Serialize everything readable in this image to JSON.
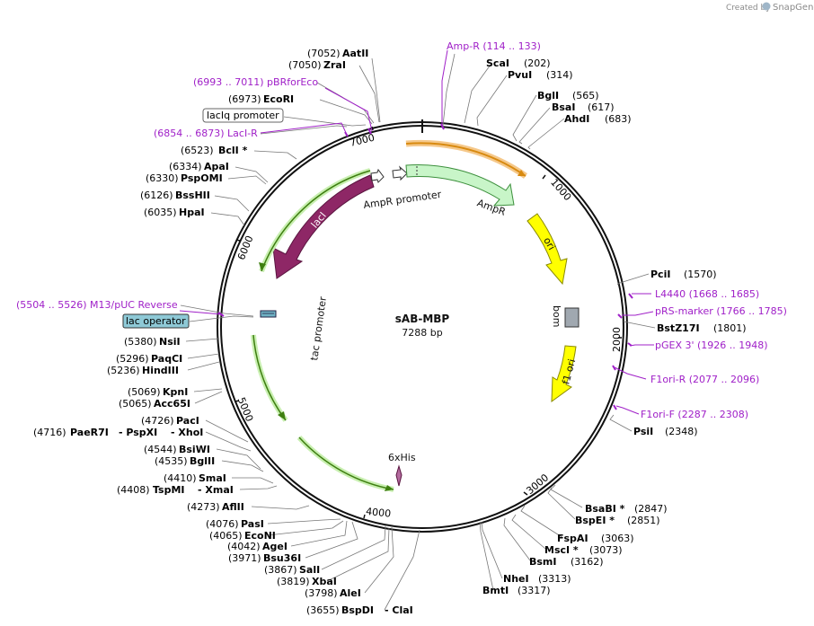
{
  "credit": {
    "prefix": "Created by",
    "brand": "SnapGene"
  },
  "plasmid": {
    "name": "sAB-MBP",
    "size_label": "7288 bp"
  },
  "ticks": [
    "1000",
    "2000",
    "3000",
    "4000",
    "5000",
    "6000",
    "7000"
  ],
  "features": {
    "lacI": "lacI",
    "ampr": "AmpR",
    "ampr_promoter": "AmpR promoter",
    "ori": "ori",
    "bom": "bom",
    "f1ori": "f1 ori",
    "tac_promoter": "tac promoter",
    "his": "6xHis",
    "laciq_promoter": "lacIq promoter",
    "lac_operator": "lac operator"
  },
  "labels": {
    "aatii": [
      "(7052)",
      "AatII"
    ],
    "zrai": [
      "(7050)",
      "ZraI"
    ],
    "pbrforeco": "(6993 .. 7011)  pBRforEco",
    "ecori": [
      "(6973)",
      "EcoRI"
    ],
    "lacir": "(6854 .. 6873)  LacI-R",
    "bcli": [
      "(6523)",
      "BclI *"
    ],
    "apai": [
      "(6334)",
      "ApaI"
    ],
    "pspomi": [
      "(6330)",
      "PspOMI"
    ],
    "bsshii": [
      "(6126)",
      "BssHII"
    ],
    "hpai": [
      "(6035)",
      "HpaI"
    ],
    "m13rev": "(5504 .. 5526)  M13/pUC Reverse",
    "nsii": [
      "(5380)",
      "NsiI"
    ],
    "paqci": [
      "(5296)",
      "PaqCI"
    ],
    "hindiii": [
      "(5236)",
      "HindIII"
    ],
    "kpni": [
      "(5069)",
      "KpnI"
    ],
    "acc65i": [
      "(5065)",
      "Acc65I"
    ],
    "paci": [
      "(4726)",
      "PacI"
    ],
    "paer7i": [
      "(4716)",
      "PaeR7I",
      "- PspXI",
      "- XhoI"
    ],
    "bsiwi": [
      "(4544)",
      "BsiWI"
    ],
    "bglii": [
      "(4535)",
      "BglII"
    ],
    "smai": [
      "(4410)",
      "SmaI"
    ],
    "tspmi": [
      "(4408)",
      "TspMI",
      "- XmaI"
    ],
    "aflii": [
      "(4273)",
      "AflII"
    ],
    "pasi": [
      "(4076)",
      "PasI"
    ],
    "econi": [
      "(4065)",
      "EcoNI"
    ],
    "agei": [
      "(4042)",
      "AgeI"
    ],
    "bsu36i": [
      "(3971)",
      "Bsu36I"
    ],
    "sali": [
      "(3867)",
      "SalI"
    ],
    "xbai": [
      "(3819)",
      "XbaI"
    ],
    "alei": [
      "(3798)",
      "AleI"
    ],
    "bspdi": [
      "(3655)",
      "BspDI",
      "- ClaI"
    ],
    "ampr_primer": "Amp-R    (114 .. 133)",
    "scai": [
      "ScaI",
      "(202)"
    ],
    "pvui": [
      "PvuI",
      "(314)"
    ],
    "bgli": [
      "BglI",
      "(565)"
    ],
    "bsai": [
      "BsaI",
      "(617)"
    ],
    "ahdi": [
      "AhdI",
      "(683)"
    ],
    "pcii": [
      "PciI",
      "(1570)"
    ],
    "l4440": "L4440    (1668 .. 1685)",
    "prs": "pRS-marker    (1766 .. 1785)",
    "bstz17i": [
      "BstZ17I",
      "(1801)"
    ],
    "pgex": "pGEX 3'    (1926 .. 1948)",
    "f1orir": "F1ori-R    (2077 .. 2096)",
    "f1orif": "F1ori-F    (2287 .. 2308)",
    "psii": [
      "PsiI",
      "(2348)"
    ],
    "bsabi": [
      "BsaBI *",
      "(2847)"
    ],
    "bspei": [
      "BspEI *",
      "(2851)"
    ],
    "fspai": [
      "FspAI",
      "(3063)"
    ],
    "msci": [
      "MscI *",
      "(3073)"
    ],
    "bsmi": [
      "BsmI",
      "(3162)"
    ],
    "nhei": [
      "NheI",
      "(3313)"
    ],
    "bmti": [
      "BmtI",
      "(3317)"
    ]
  }
}
